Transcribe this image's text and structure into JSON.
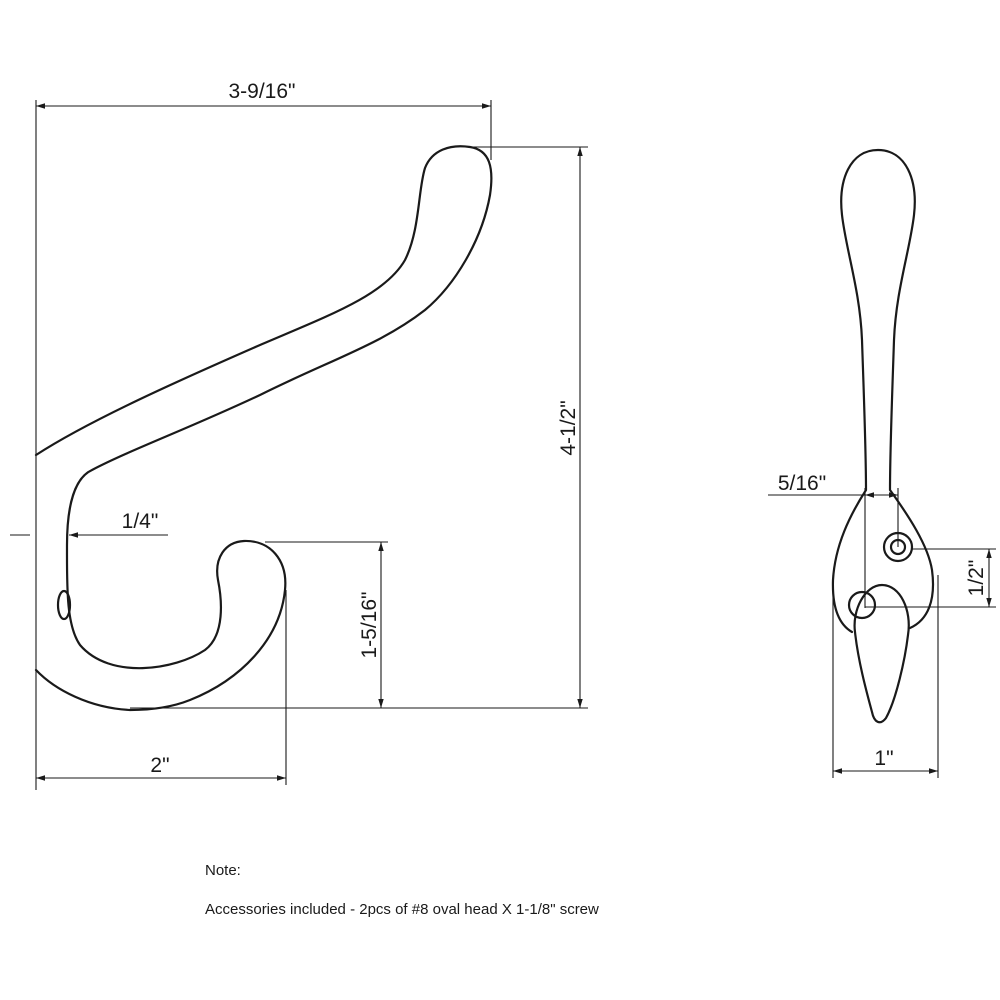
{
  "dimensions": {
    "overall_width": "3-9/16\"",
    "overall_height": "4-1/2\"",
    "thickness": "1/4\"",
    "lower_hook_height": "1-5/16\"",
    "lower_hook_reach": "2\"",
    "hole_offset": "5/16\"",
    "hole_spacing": "1/2\"",
    "plate_width": "1\""
  },
  "note": {
    "heading": "Note:",
    "text": "Accessories included - 2pcs of #8 oval head X 1-1/8\" screw"
  },
  "colors": {
    "line": "#1a1a1a",
    "background": "#ffffff"
  }
}
